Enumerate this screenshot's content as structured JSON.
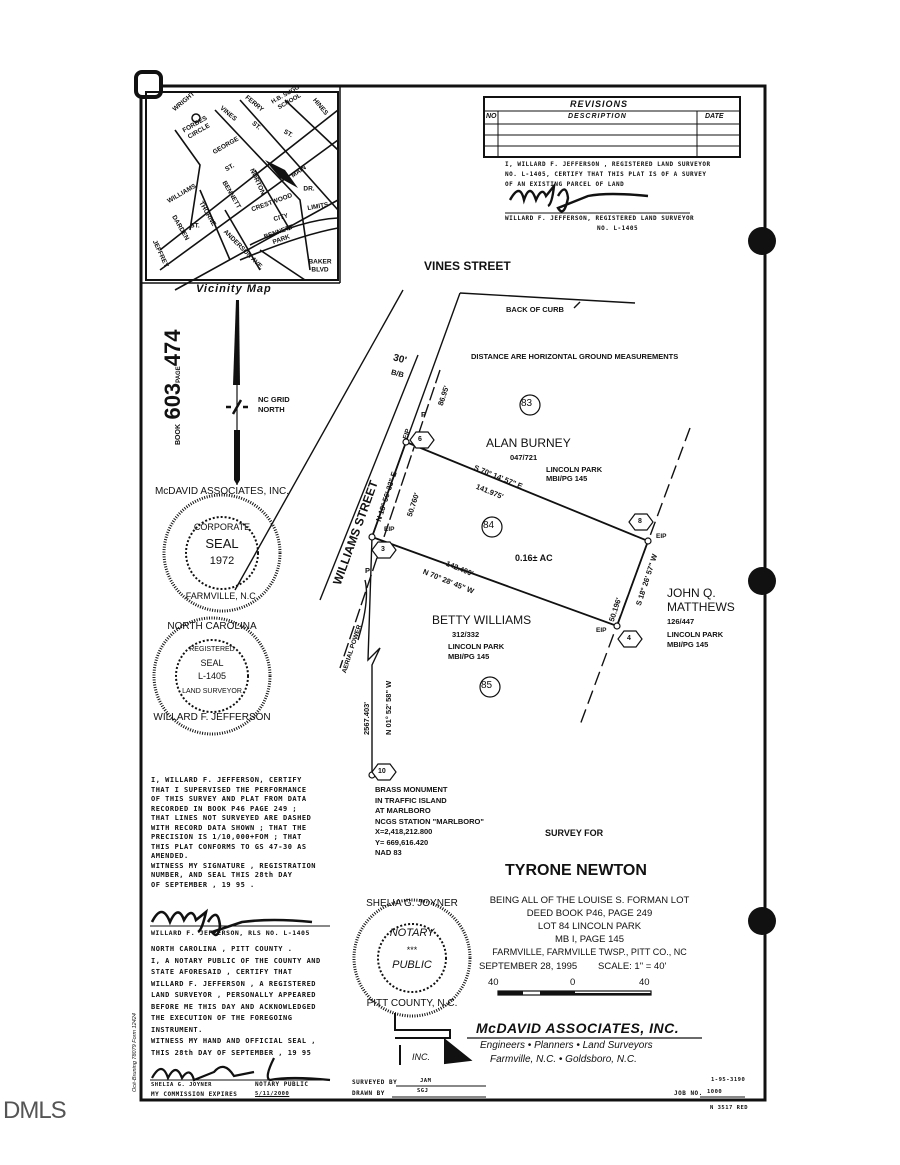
{
  "vicinity_map": {
    "title": "Vicinity Map",
    "streets": [
      "WRIGHT",
      "FORBES CIRCLE",
      "VINES",
      "ST.",
      "FERRY",
      "H.B. SUGG SCHOOL",
      "HINES",
      "GEORGE",
      "ST.",
      "ST.",
      "NORTON",
      "MAIN",
      "WILLIAMS",
      "BENNETT",
      "CRESTWOOD",
      "DR.",
      "LIMITS",
      "DARDEN",
      "ST.",
      "THORNE",
      "CITY",
      "BENNETT PARK",
      "ANDERSON AVE.",
      "BAKER BLVD",
      "JEFFREY"
    ]
  },
  "book_page": {
    "book_label": "BOOK",
    "book": "603",
    "page_label": "PAGE",
    "page": "474"
  },
  "north_arrow": {
    "label_line1": "NC GRID",
    "label_line2": "NORTH"
  },
  "revisions": {
    "title": "REVISIONS",
    "columns": [
      "NO",
      "DESCRIPTION",
      "DATE"
    ],
    "rows": [
      [
        "",
        "",
        ""
      ],
      [
        "",
        "",
        ""
      ],
      [
        "",
        "",
        ""
      ]
    ]
  },
  "surveyor_cert": {
    "line1": "I, WILLARD F. JEFFERSON , REGISTERED LAND SURVEYOR",
    "line2": "NO. L-1405, CERTIFY THAT THIS PLAT IS OF A SURVEY",
    "line3": "OF AN EXISTING PARCEL OF LAND",
    "sig_line1": "WILLARD F. JEFFERSON, REGISTERED LAND SURVEYOR",
    "sig_line2": "NO. L-1405"
  },
  "plat": {
    "vines_street": "VINES STREET",
    "williams_street": "WILLIAMS STREET",
    "back_of_curb": "BACK OF CURB",
    "note": "DISTANCE ARE HORIZONTAL GROUND MEASUREMENTS",
    "row_width": "30'",
    "row_label": "B/B",
    "dist_top": "86.95'",
    "p1": "P",
    "p2": "P",
    "lot83": "83",
    "lot84": "84",
    "lot85": "85",
    "area": "0.16± AC",
    "owner_north": {
      "name": "ALAN BURNEY",
      "deed": "047/721",
      "sub1": "LINCOLN PARK",
      "sub2": "MBI/PG 145"
    },
    "owner_south": {
      "name": "BETTY WILLIAMS",
      "deed": "312/332",
      "sub1": "LINCOLN PARK",
      "sub2": "MBI/PG 145"
    },
    "owner_east": {
      "name1": "JOHN Q.",
      "name2": "MATTHEWS",
      "deed": "126/447",
      "sub1": "LINCOLN PARK",
      "sub2": "MBI/PG 145"
    },
    "bearing_north": "S 70° 14' 57\" E",
    "dist_north": "141.975'",
    "bearing_south": "N 70° 28' 45\" W",
    "dist_south": "142.400'",
    "bearing_west": "N 18° 56' 33\" E",
    "dist_west": "50.760'",
    "bearing_east": "S 18° 26' 57\" W",
    "dist_east": "50.196'",
    "tie_bearing": "N 01° 52' 58\" W",
    "tie_dist": "2567.403'",
    "aerial_power": "AERIAL POWER",
    "eip": "EIP",
    "points": [
      "6",
      "3",
      "8",
      "4",
      "10"
    ],
    "monument": [
      "BRASS MONUMENT",
      "IN TRAFFIC ISLAND",
      "AT MARLBORO",
      "NCGS STATION \"MARLBORO\"",
      "X=2,418,212.800",
      "Y= 669,616.420",
      "NAD 83"
    ]
  },
  "seals": {
    "corporate": {
      "top": "McDAVID ASSOCIATES, INC.",
      "inner": "CORPORATE",
      "center": "SEAL",
      "year": "1972",
      "bottom": "FARMVILLE, N.C."
    },
    "surveyor": {
      "top": "NORTH CAROLINA",
      "inner": "REGISTERED",
      "center": "SEAL",
      "number": "L-1405",
      "inner_bottom": "LAND SURVEYOR",
      "bottom": "WILLARD F. JEFFERSON"
    },
    "notary": {
      "top": "SHELIA G. JOYNER",
      "line1": "NOTARY",
      "stars": "***",
      "line2": "PUBLIC",
      "bottom": "PITT COUNTY, N.C."
    }
  },
  "certificate": {
    "lines": [
      "I, WILLARD F. JEFFERSON, CERTIFY",
      "THAT I SUPERVISED THE PERFORMANCE",
      "OF THIS SURVEY AND PLAT FROM DATA",
      "RECORDED IN BOOK P46 PAGE 249 ;",
      "THAT LINES NOT SURVEYED ARE DASHED",
      "WITH RECORD DATA SHOWN ; THAT THE",
      "PRECISION IS 1/10,000+FOM ; THAT",
      "THIS PLAT CONFORMS TO GS 47-30 AS",
      "AMENDED.",
      "WITNESS MY SIGNATURE , REGISTRATION",
      "NUMBER, AND SEAL THIS 28th DAY",
      "OF SEPTEMBER , 19 95 ."
    ],
    "signer": "WILLARD F. JEFFERSON, RLS NO. L-1405",
    "notary_lines": [
      "NORTH CAROLINA , PITT COUNTY .",
      "I, A NOTARY PUBLIC OF THE COUNTY AND",
      "STATE AFORESAID , CERTIFY THAT",
      "WILLARD F. JEFFERSON , A REGISTERED",
      "LAND SURVEYOR , PERSONALLY APPEARED",
      "BEFORE ME THIS DAY AND ACKNOWLEDGED",
      "THE EXECUTION OF THE FOREGOING",
      "INSTRUMENT.",
      "WITNESS MY HAND AND OFFICIAL SEAL ,",
      "THIS 28th DAY OF SEPTEMBER , 19 95"
    ],
    "notary_name": "SHELIA G. JOYNER",
    "notary_title": "NOTARY PUBLIC",
    "commission": "MY COMMISSION EXPIRES",
    "commission_date": "5/11/2000"
  },
  "title_block": {
    "survey_for": "SURVEY FOR",
    "client": "TYRONE NEWTON",
    "desc": [
      "BEING ALL OF THE LOUISE S. FORMAN LOT",
      "DEED BOOK P46, PAGE 249",
      "LOT 84 LINCOLN PARK",
      "MB I, PAGE 145",
      "FARMVILLE, FARMVILLE TWSP., PITT CO., NC"
    ],
    "date": "SEPTEMBER 28, 1995",
    "scale": "SCALE: 1\" = 40'",
    "scale_ticks": [
      "40",
      "0",
      "40"
    ],
    "company": "McDAVID ASSOCIATES, INC.",
    "logo_text": "INC.",
    "tagline": "Engineers • Planners • Land Surveyors",
    "locations": "Farmville, N.C. • Goldsboro, N.C.",
    "surveyed_by_label": "SURVEYED BY",
    "surveyed_by": "JAM",
    "drawn_by_label": "DRAWN BY",
    "drawn_by": "SGJ",
    "file_no": "1-95-3190",
    "job_label": "JOB NO.",
    "job_no": "1000",
    "footer_code": "N 3517 RED"
  },
  "margin_text": "Océ-Bruning 78079 Form 12424",
  "watermark": "DMLS"
}
